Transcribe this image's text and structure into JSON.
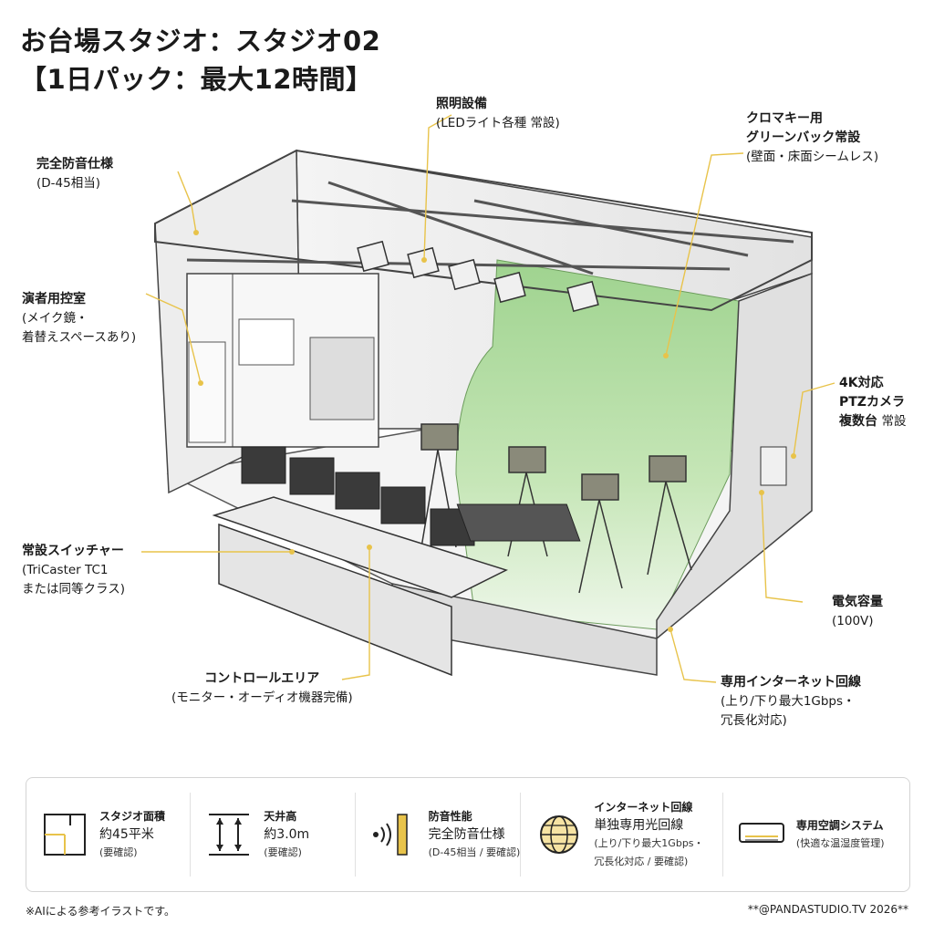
{
  "title": {
    "line1": "お台場スタジオ：スタジオ02",
    "line2": "【1日パック：最大12時間】"
  },
  "callouts": {
    "lighting": {
      "heading": "照明設備",
      "detail": "(LEDライト各種 常設)"
    },
    "chroma": {
      "line1": "クロマキー用",
      "line2": "グリーンバック常設",
      "line3": "(壁面・床面シームレス)"
    },
    "soundproof": {
      "heading": "完全防音仕様",
      "detail": "(D-45相当)"
    },
    "green_room": {
      "heading": "演者用控室",
      "detail1": "(メイク鏡・",
      "detail2": "着替えスペースあり)"
    },
    "camera": {
      "line1": "4K対応",
      "line2": "PTZカメラ",
      "line3": "複数台",
      "note": "常設"
    },
    "switcher": {
      "heading": "常設スイッチャー",
      "detail1": "(TriCaster TC1",
      "detail2": "または同等クラス)"
    },
    "power": {
      "heading": "電気容量",
      "detail": "(100V)"
    },
    "control": {
      "heading": "コントロールエリア",
      "detail": "(モニター・オーディオ機器完備)"
    },
    "internet": {
      "heading": "専用インターネット回線",
      "detail1": "(上り/下り最大1Gbps・",
      "detail2": "冗長化対応)"
    }
  },
  "specs": [
    {
      "icon": "floor-plan-icon",
      "label": "スタジオ面積",
      "value": "約45平米",
      "note": "(要確認)"
    },
    {
      "icon": "ceiling-height-icon",
      "label": "天井高",
      "value": "約3.0m",
      "note": "(要確認)"
    },
    {
      "icon": "soundproof-wall-icon",
      "label": "防音性能",
      "value": "完全防音仕様",
      "note": "(D-45相当 / 要確認)"
    },
    {
      "icon": "globe-icon",
      "label": "インターネット回線",
      "value": "単独専用光回線",
      "note": "(上り/下り最大1Gbps・",
      "note2": "冗長化対応 / 要確認)"
    },
    {
      "icon": "air-conditioner-icon",
      "label": "専用空調システム",
      "value": "",
      "note": "(快適な温湿度管理)"
    }
  ],
  "footer": {
    "left": "※AIによる参考イラストです。",
    "right": "**@PANDASTUDIO.TV 2026**"
  },
  "colors": {
    "accent": "#e8c34a",
    "green_screen": "#a9d69a",
    "line": "#3a3a3a"
  }
}
